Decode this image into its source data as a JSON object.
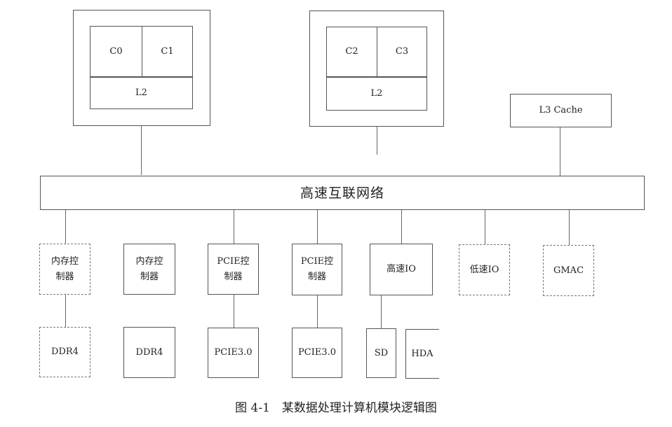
{
  "diagram": {
    "cluster_a": {
      "cores": [
        "C0",
        "C1"
      ],
      "cache": "L2"
    },
    "cluster_b": {
      "cores": [
        "C2",
        "C3"
      ],
      "cache": "L2"
    },
    "l3": "L3 Cache",
    "bus": "高速互联网络",
    "controllers": [
      {
        "label": "内存控\n制器",
        "child": [
          "DDR4"
        ]
      },
      {
        "label": "内存控\n制器",
        "child": [
          "DDR4"
        ]
      },
      {
        "label": "PCIE控\n制器",
        "child": [
          "PCIE3.0"
        ]
      },
      {
        "label": "PCIE控\n制器",
        "child": [
          "PCIE3.0"
        ]
      },
      {
        "label": "高速IO",
        "child": [
          "SD",
          "HDA"
        ]
      },
      {
        "label": "低速IO",
        "child": []
      },
      {
        "label": "GMAC",
        "child": []
      }
    ]
  },
  "caption": "图 4-1　某数据处理计算机模块逻辑图"
}
